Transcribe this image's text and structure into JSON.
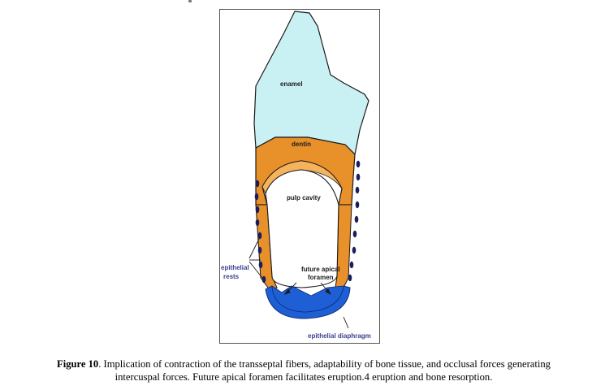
{
  "figure": {
    "labels": {
      "enamel": "enamel",
      "dentin": "dentin",
      "pulp_cavity": "pulp cavity",
      "future_apical_foramen_line1": "future apical",
      "future_apical_foramen_line2": "foramen",
      "epithelial_rests_line1": "epithelial",
      "epithelial_rests_line2": "rests",
      "epithelial_diaphragm": "epithelial diaphragm"
    },
    "colors": {
      "enamel": "#c9f0f3",
      "dentin": "#e8902a",
      "dentin_dark": "#c9731b",
      "diaphragm": "#1f5fd6",
      "rests": "#1a1e5c",
      "outline": "#1a1a1a"
    }
  },
  "caption": {
    "label": "Figure 10",
    "line1": ". Implication of contraction of the transseptal fibers, adaptability of bone tissue, and occlusal forces generating",
    "line2": "intercuspal forces. Future apical foramen facilitates eruption.4 eruption and bone resorption."
  }
}
